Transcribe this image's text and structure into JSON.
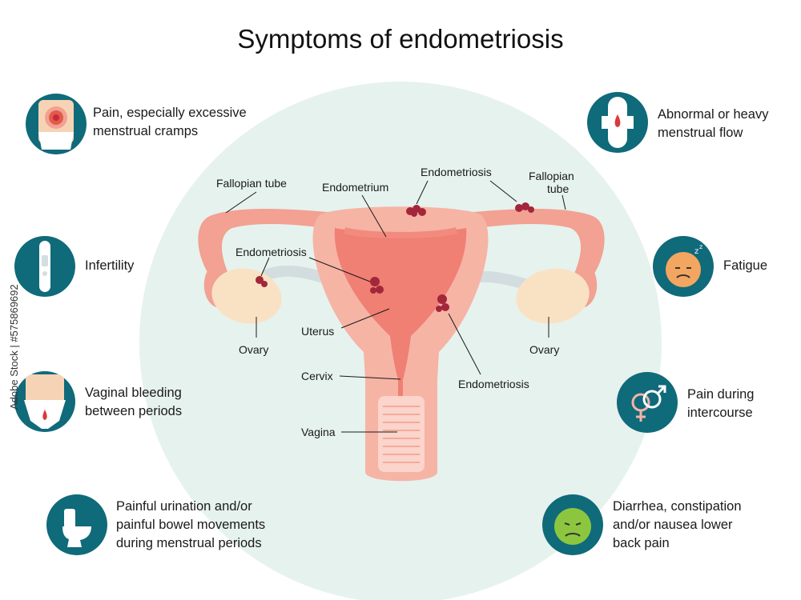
{
  "title": "Symptoms of endometriosis",
  "anatomy_labels": {
    "fallopian_tube_left": "Fallopian tube",
    "endometrium": "Endometrium",
    "endometriosis_top": "Endometriosis",
    "fallopian_tube_right_line1": "Fallopian",
    "fallopian_tube_right_line2": "tube",
    "endometriosis_left": "Endometriosis",
    "ovary_left": "Ovary",
    "ovary_right": "Ovary",
    "uterus": "Uterus",
    "cervix": "Cervix",
    "endometriosis_bottom": "Endometriosis",
    "vagina": "Vagina"
  },
  "symptoms_left": [
    {
      "text": "Pain, especially excessive\nmenstrual cramps",
      "icon": "abdomen-pain-icon"
    },
    {
      "text": "Infertility",
      "icon": "pregnancy-test-icon"
    },
    {
      "text": "Vaginal bleeding\nbetween periods",
      "icon": "bleeding-underwear-icon"
    },
    {
      "text": "Painful urination and/or\npainful bowel movements\nduring menstrual periods",
      "icon": "toilet-icon"
    }
  ],
  "symptoms_right": [
    {
      "text": "Abnormal or heavy\nmenstrual flow",
      "icon": "sanitary-pad-icon"
    },
    {
      "text": "Fatigue",
      "icon": "tired-face-icon"
    },
    {
      "text": "Pain during\nintercourse",
      "icon": "gender-symbols-icon"
    },
    {
      "text": "Diarrhea, constipation\nand/or nausea lower\nback pain",
      "icon": "nauseous-face-icon"
    }
  ],
  "watermark": "Adobe Stock | #575869692",
  "colors": {
    "icon_bg": "#0f6a7a",
    "background_circle": "#e6f2ee",
    "uterus_outer": "#f2a192",
    "uterus_inner": "#f07f74",
    "ovary": "#f9e2c4",
    "lesion": "#a3263a"
  }
}
